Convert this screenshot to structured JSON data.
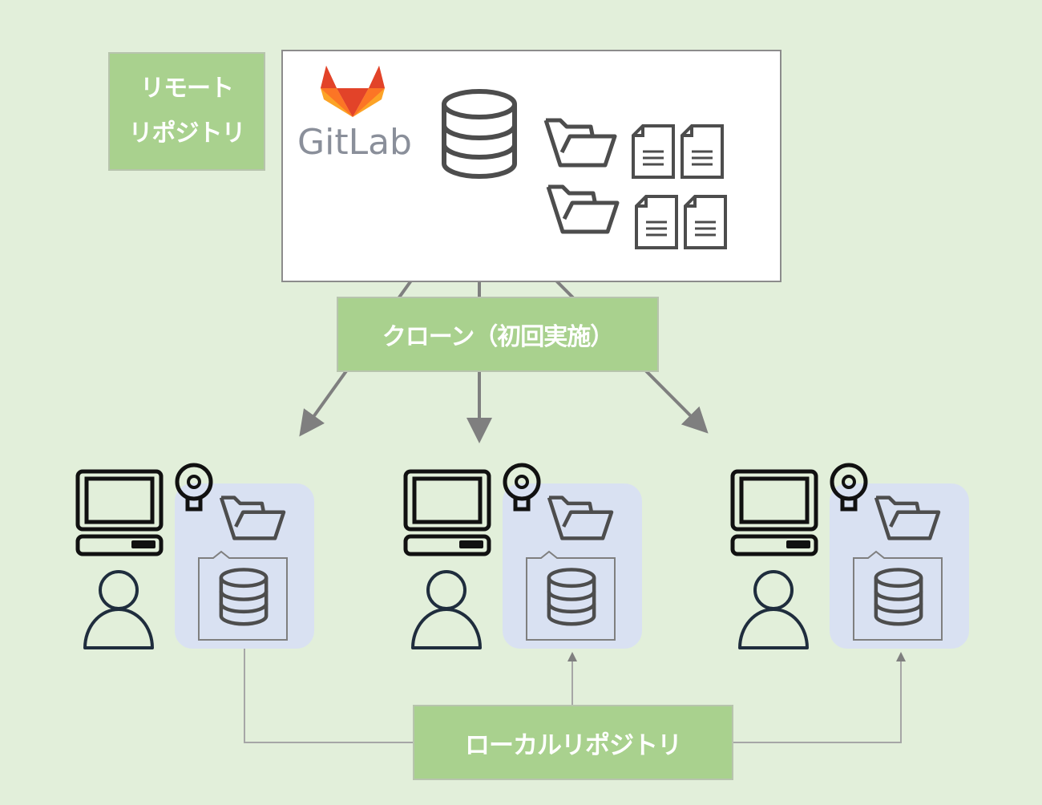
{
  "diagram": {
    "remote_repository": {
      "label_line1": "リモート",
      "label_line2": "リポジトリ",
      "server": {
        "brand": "GitLab",
        "icons": [
          "gitlab-logo-icon",
          "database-icon",
          "folder-icon",
          "folder-icon",
          "document-icon",
          "document-icon",
          "document-icon",
          "document-icon"
        ]
      }
    },
    "clone_step": {
      "label": "クローン（初回実施）",
      "arrow_count": 3
    },
    "clients": [
      {
        "name": "client-1",
        "icons": [
          "computer-icon",
          "webcam-icon",
          "user-icon",
          "folder-icon",
          "database-icon"
        ]
      },
      {
        "name": "client-2",
        "icons": [
          "computer-icon",
          "webcam-icon",
          "user-icon",
          "folder-icon",
          "database-icon"
        ]
      },
      {
        "name": "client-3",
        "icons": [
          "computer-icon",
          "webcam-icon",
          "user-icon",
          "folder-icon",
          "database-icon"
        ]
      }
    ],
    "local_repository": {
      "label": "ローカルリポジトリ"
    },
    "colors": {
      "background": "#e2efda",
      "label_fill": "#a9d18e",
      "label_text": "#ffffff",
      "local_panel": "#d9e1f2",
      "arrow": "#7f7f7f",
      "gitlab_orange": "#e24329",
      "gitlab_text": "#8a8f9a"
    }
  }
}
